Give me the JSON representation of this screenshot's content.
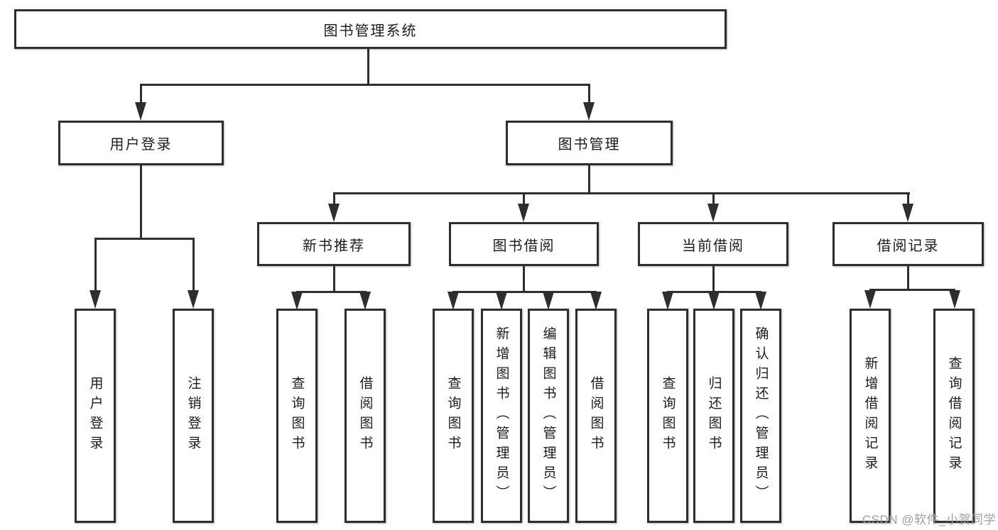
{
  "colors": {
    "line": "#2e2e2e",
    "text": "#1c1c1c",
    "background": "#ffffff",
    "watermark": "#9e9e9e"
  },
  "watermark": {
    "text": "CSDN @软件_小贺同学"
  },
  "diagram": {
    "root": {
      "label": "图书管理系统"
    },
    "branches": [
      {
        "label": "用户登录",
        "children": [
          {
            "label": "用户登录"
          },
          {
            "label": "注销登录"
          }
        ]
      },
      {
        "label": "图书管理",
        "children": [
          {
            "label": "新书推荐",
            "children": [
              {
                "label": "查询图书"
              },
              {
                "label": "借阅图书"
              }
            ]
          },
          {
            "label": "图书借阅",
            "children": [
              {
                "label": "查询图书"
              },
              {
                "label": "新增图书（管理员）"
              },
              {
                "label": "编辑图书（管理员）"
              },
              {
                "label": "借阅图书"
              }
            ]
          },
          {
            "label": "当前借阅",
            "children": [
              {
                "label": "查询图书"
              },
              {
                "label": "归还图书"
              },
              {
                "label": "确认归还（管理员）"
              }
            ]
          },
          {
            "label": "借阅记录",
            "children": [
              {
                "label": "新增借阅记录"
              },
              {
                "label": "查询借阅记录"
              }
            ]
          }
        ]
      }
    ]
  }
}
